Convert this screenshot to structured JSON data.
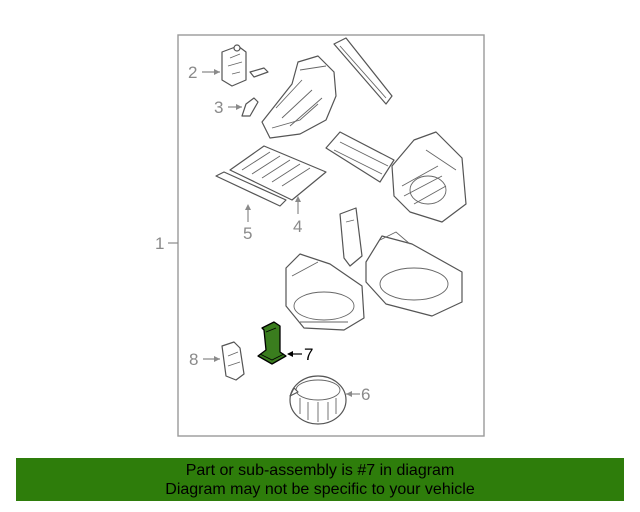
{
  "diagram": {
    "callouts": [
      "1",
      "2",
      "3",
      "4",
      "5",
      "6",
      "7",
      "8"
    ],
    "highlighted_part": "7",
    "highlight_color": "#3a7d1e",
    "frame_color": "#9a9a9a"
  },
  "banner": {
    "line1": "Part or sub-assembly is #7 in diagram",
    "line2": "Diagram may not be specific to your vehicle",
    "background": "#2e7d0b"
  }
}
